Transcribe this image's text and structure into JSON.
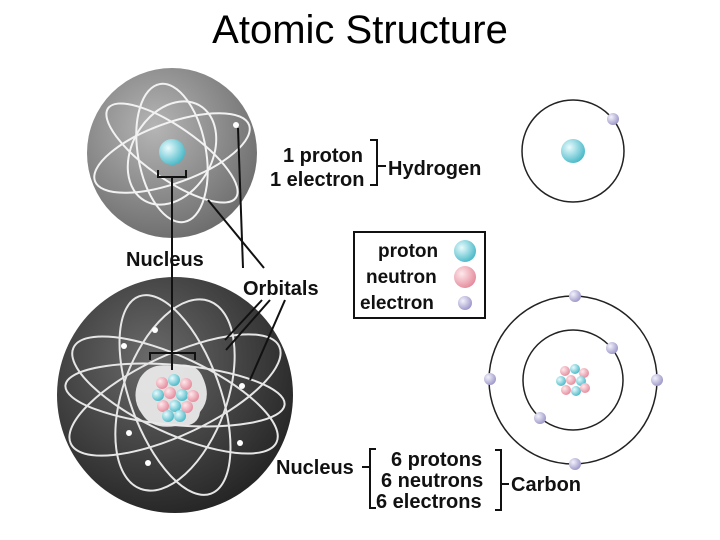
{
  "title": "Atomic Structure",
  "hydrogen": {
    "proton_count": "1 proton",
    "electron_count": "1 electron",
    "element": "Hydrogen"
  },
  "labels": {
    "nucleus": "Nucleus",
    "orbitals": "Orbitals"
  },
  "legend": {
    "proton": "proton",
    "neutron": "neutron",
    "electron": "electron"
  },
  "carbon": {
    "nucleus_label": "Nucleus",
    "protons": "6 protons",
    "neutrons": "6 neutrons",
    "electrons": "6 electrons",
    "element": "Carbon"
  },
  "colors": {
    "proton": "#79d3dd",
    "neutron": "#f3a9b6",
    "electron": "#c7c3e2",
    "hydrogen_sphere": "#8a8a8a",
    "carbon_sphere": "#444444"
  }
}
